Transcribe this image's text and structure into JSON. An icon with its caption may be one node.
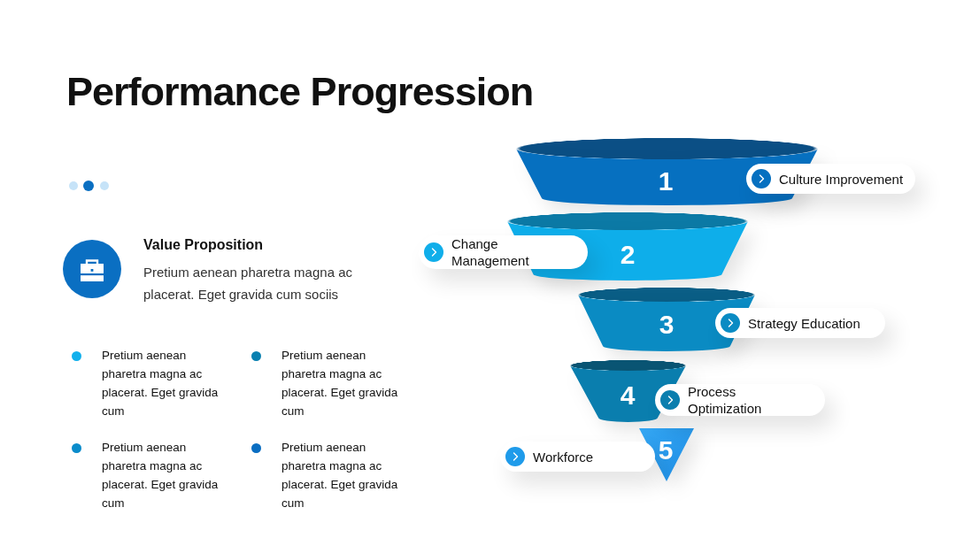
{
  "diagram": {
    "title": "Performance Progression",
    "nodes": [
      {
        "text": [
          "1"
        ]
      },
      {
        "text": [
          "Culture Improvement"
        ]
      },
      {
        "text": [
          "Change Management"
        ]
      },
      {
        "text": [
          "2"
        ]
      },
      {
        "text": [
          "3"
        ]
      },
      {
        "text": [
          "Strategy Education"
        ]
      },
      {
        "text": [
          "4"
        ]
      },
      {
        "text": [
          "Process Optimization"
        ]
      },
      {
        "text": [
          "Workforce"
        ]
      },
      {
        "text": [
          "5"
        ]
      }
    ],
    "labels": [
      "Value Proposition",
      "Pretium aenean pharetra magna ac placerat. Eget gravida cum sociis",
      "Pretium aenean pharetra magna ac placerat. Eget gravida cum",
      "Pretium aenean pharetra magna ac placerat. Eget gravida cum",
      "Pretium aenean pharetra magna ac placerat. Eget gravida cum",
      "Pretium aenean pharetra magna ac placerat. Eget gravida cum"
    ]
  }
}
